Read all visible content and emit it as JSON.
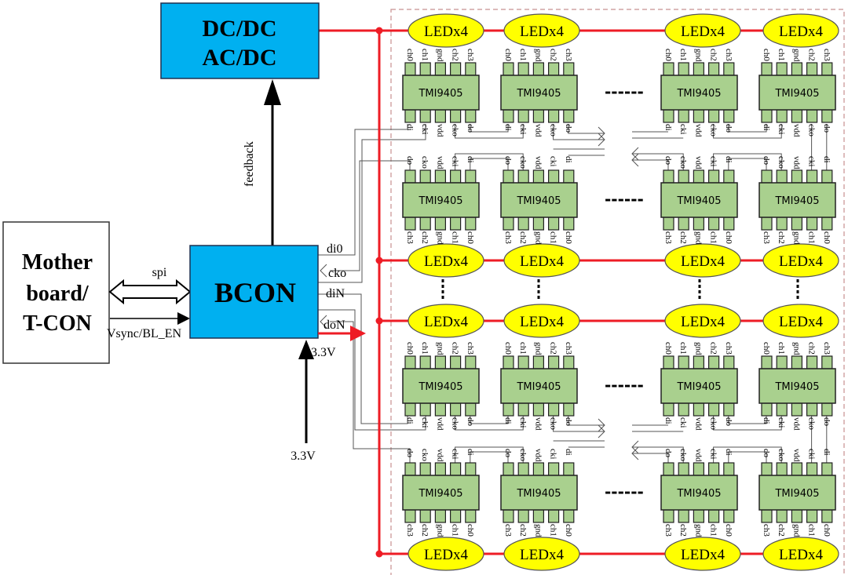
{
  "colors": {
    "block_fill": "#00b0f0",
    "chip_fill": "#a9d08e",
    "led_fill": "#ffff00",
    "power_bus": "#ee1c25",
    "wire": "#555555",
    "boundary_dash": "#c0504d"
  },
  "blocks": {
    "power_supply": {
      "line1": "DC/DC",
      "line2": "AC/DC"
    },
    "mother_board": {
      "line1": "Mother",
      "line2": "board/",
      "line3": "T-CON"
    },
    "bcon": {
      "label": "BCON"
    }
  },
  "signals": {
    "feedback": "feedback",
    "spi": "spi",
    "vsync": "Vsync/BL_EN",
    "di0": "di0",
    "cko": "cko",
    "diN": "diN",
    "doN": "doN",
    "v33_top": "3.3V",
    "v33_bottom": "3.3V"
  },
  "led": {
    "label": "LEDx4"
  },
  "chip": {
    "label": "TMI9405",
    "pins_led_side_normal": [
      "ch0",
      "ch1",
      "gnd",
      "ch2",
      "ch3"
    ],
    "pins_ctrl_side_normal": [
      "di",
      "cki",
      "vdd",
      "cko",
      "do"
    ],
    "pins_ctrl_side_flipped": [
      "do",
      "cko",
      "vdd",
      "cki",
      "di"
    ],
    "pins_led_side_flipped": [
      "ch3",
      "ch2",
      "gnd",
      "ch1",
      "ch0"
    ]
  },
  "ellipsis": "------",
  "layout_rows": {
    "chip_rows": 4,
    "chips_per_row": 4,
    "led_rows": 4,
    "leds_per_row": 4
  }
}
